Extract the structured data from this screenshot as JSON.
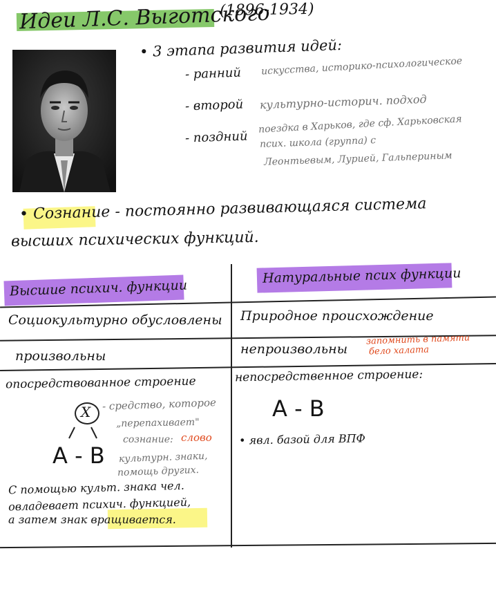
{
  "title": {
    "main": "Идеи Л.С. Выготского",
    "years": "(1896-1934)"
  },
  "stages": {
    "heading": "• 3 этапа развития идей:",
    "items": [
      {
        "label": "- ранний",
        "text": [
          "искусства, историко-психологическое"
        ]
      },
      {
        "label": "- второй",
        "text": [
          "культурно-историч. подход"
        ]
      },
      {
        "label": "- поздний",
        "text": [
          "поездка в Харьков, где сф. Харьковская",
          "псих. школа (группа) с",
          "Леонтьевым, Лурией, Гальпериным"
        ]
      }
    ]
  },
  "definition": {
    "term": "Сознание",
    "rest_line1": "- постоянно развивающаяся система",
    "line2": "высших психических функций."
  },
  "table": {
    "headers": [
      "Высшие психич. функции",
      "Натуральные псих функции"
    ],
    "rows": [
      [
        "Социокультурно обусловлены",
        "Природное происхождение"
      ],
      [
        "произвольны",
        "непроизвольны"
      ]
    ],
    "row2_note": [
      "запомнить в памяти",
      "бело халата"
    ],
    "structure_left": "опосредствованное строение",
    "structure_right": "непосредственное строение:"
  },
  "diagram": {
    "node": "X",
    "ab_left": "A - B",
    "ab_right": "A - B",
    "note_lines": [
      "- средство, которое",
      "„перепахивает\"",
      "сознание:",
      "культурн. знаки,",
      "помощь других."
    ],
    "word_red": "слово",
    "conclusion_lines": [
      "С помощью культ. знака чел.",
      "овладевает психич. функцией,",
      "а затем знак"
    ],
    "conclusion_highlight": "вращивается.",
    "right_note": "• явл. базой для ВПФ"
  }
}
